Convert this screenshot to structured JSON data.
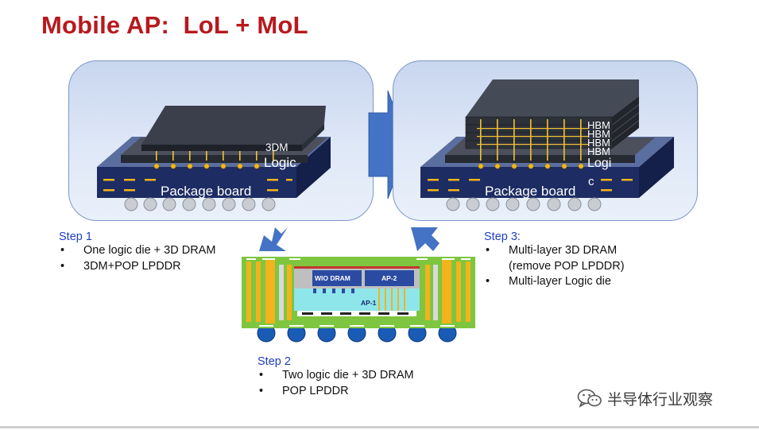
{
  "title": "Mobile AP:  LoL + MoL",
  "left_panel": {
    "label_3dm": "3DM",
    "label_logic": "Logic",
    "label_package_board": "Package board"
  },
  "right_panel": {
    "hbm_labels": [
      "HBM",
      "HBM",
      "HBM",
      "HBM"
    ],
    "label_logic_1": "Logi",
    "label_logic_2": "c",
    "label_package_board": "Package board"
  },
  "middle_diagram": {
    "wio_dram": "WIO DRAM",
    "ap2": "AP-2",
    "ap1": "AP-1"
  },
  "step1": {
    "title": "Step 1",
    "items": [
      "One logic die + 3D DRAM",
      "3DM+POP LPDDR"
    ]
  },
  "step2": {
    "title": "Step 2",
    "items": [
      "Two logic die + 3D DRAM",
      "POP LPDDR"
    ]
  },
  "step3": {
    "title": "Step 3:",
    "item1_line1": "Multi-layer 3D DRAM",
    "item1_line2": "(remove POP LPDDR)",
    "item2": "Multi-layer Logic die"
  },
  "watermark": {
    "icon": "wechat-icon",
    "text": "半导体行业观察"
  },
  "colors": {
    "title": "#b8191d",
    "step_title": "#1f3fbf",
    "arrow": "#4472c4",
    "package_board": "#1e2f66",
    "die": "#3a3f4b",
    "bump": "#f0b81e"
  }
}
